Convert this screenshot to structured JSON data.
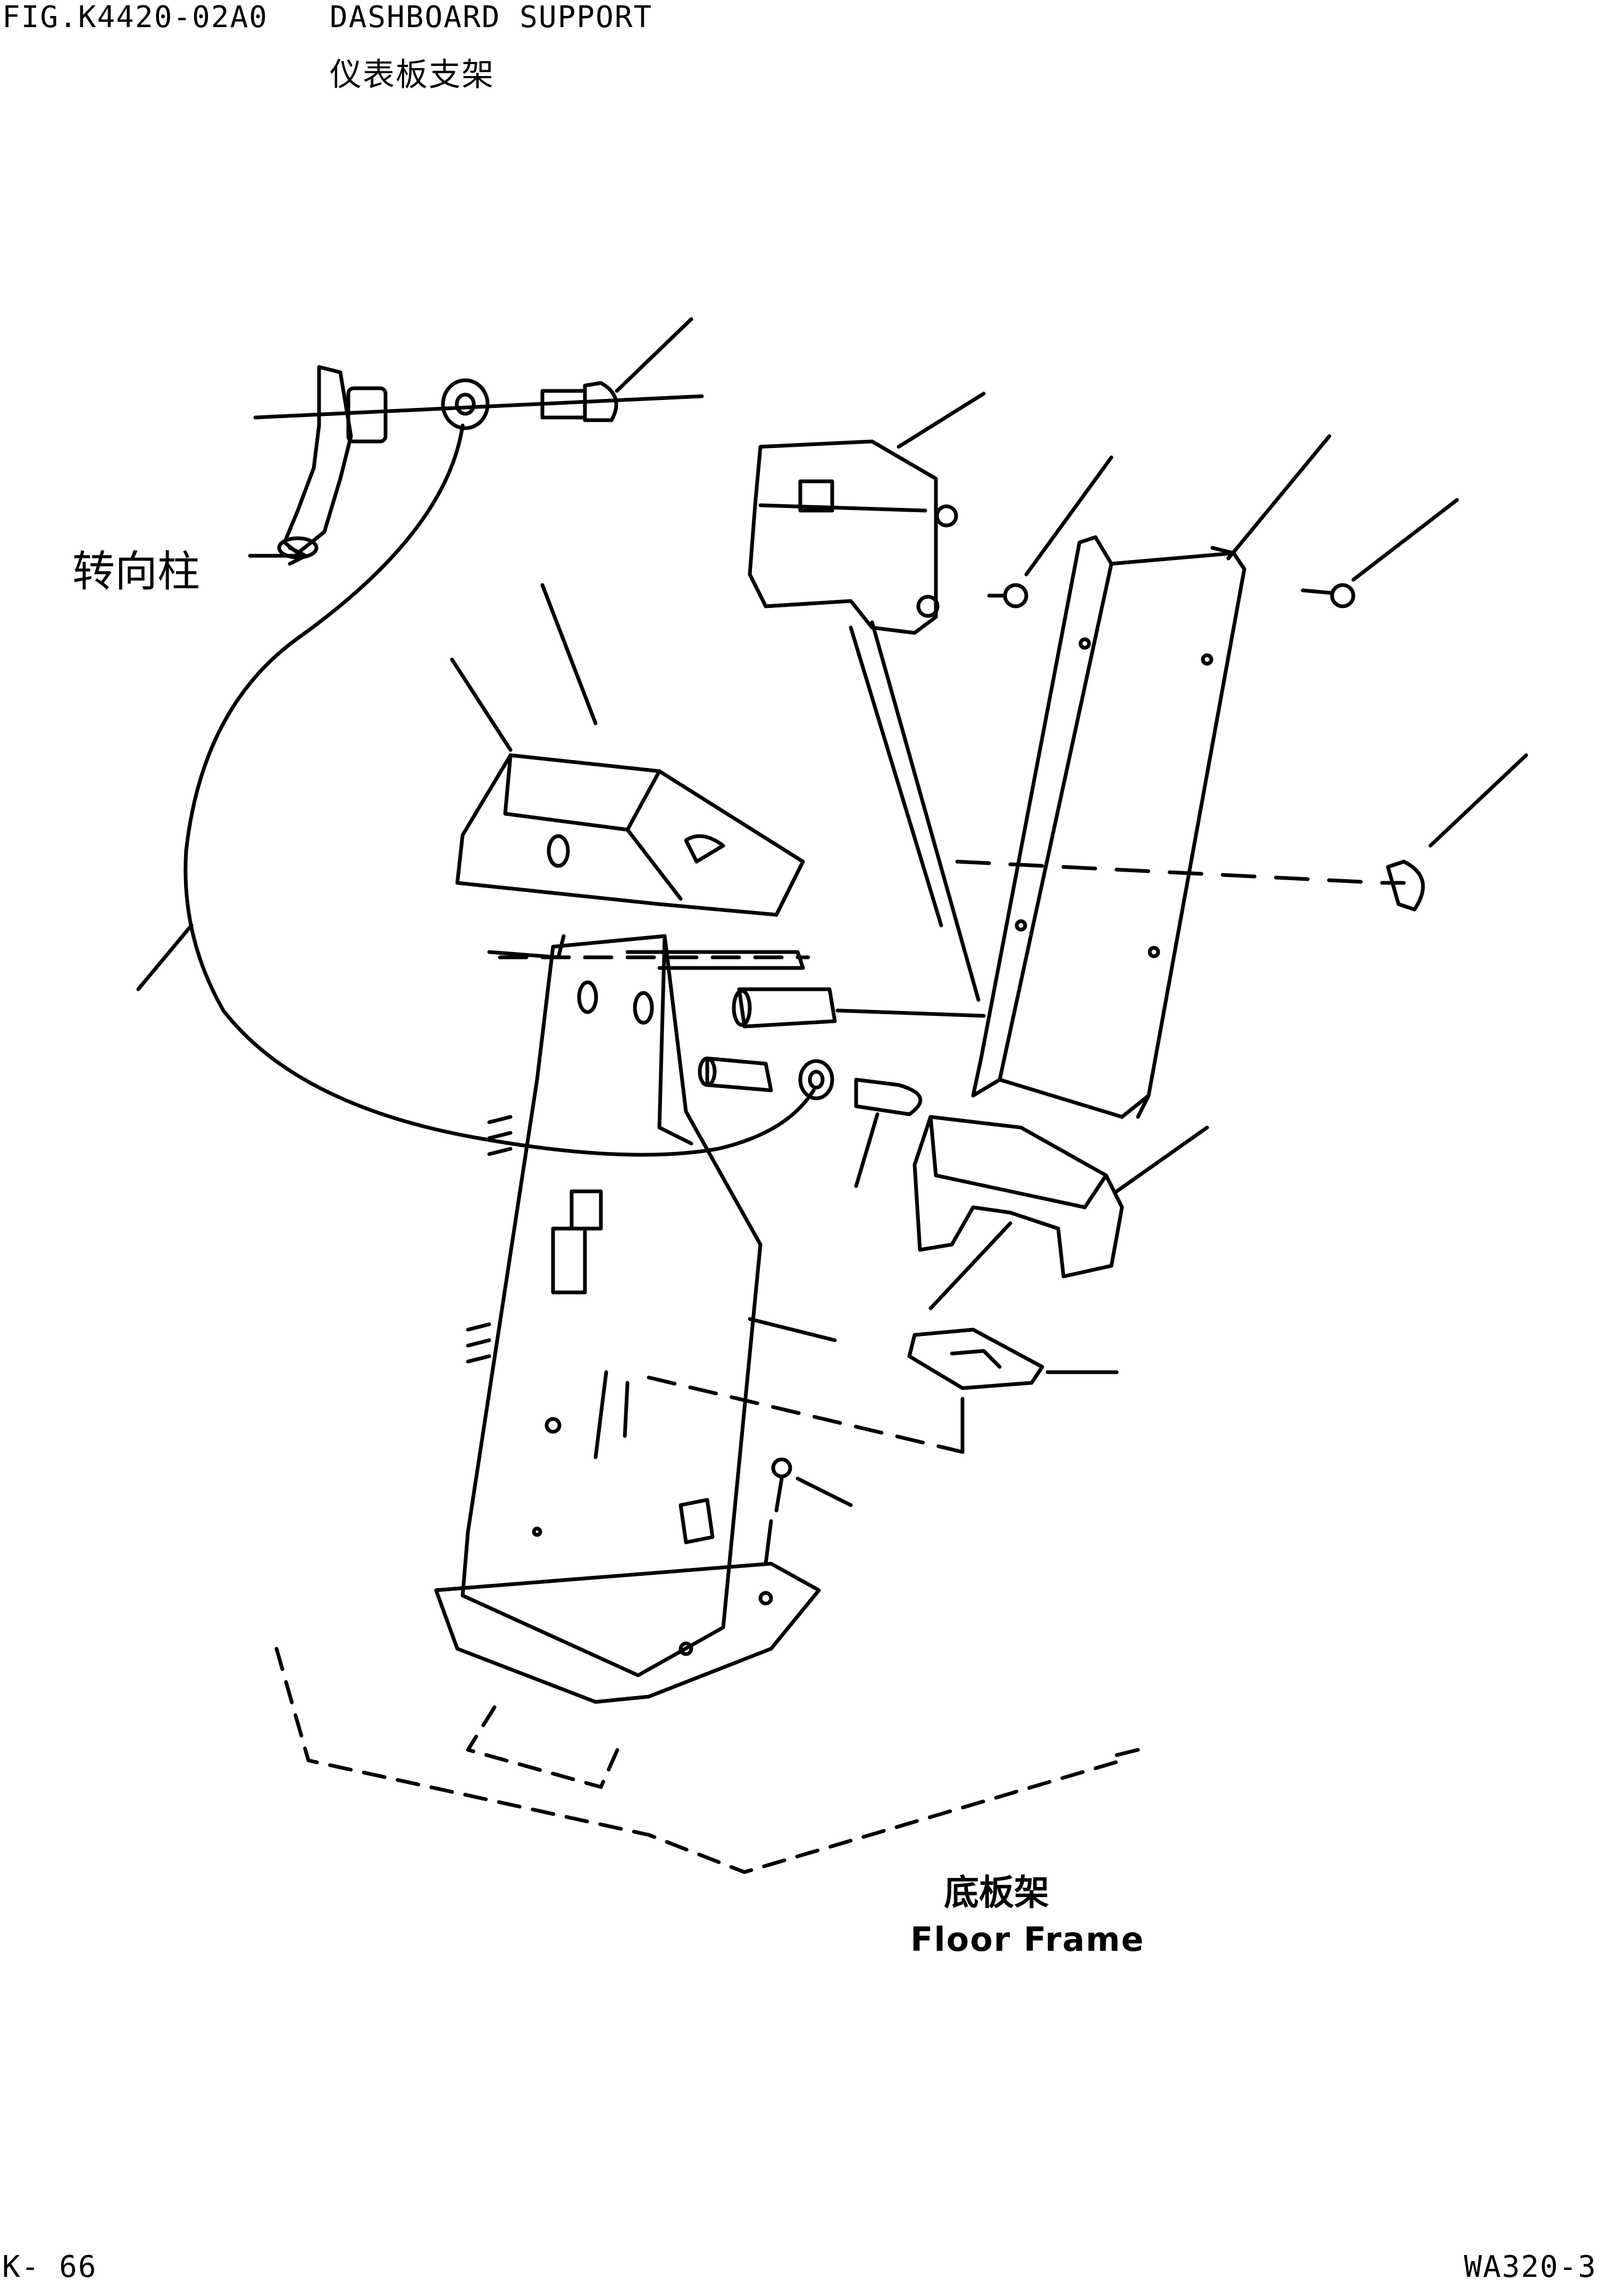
{
  "header": {
    "figure_number": "FIG.K4420-02A0",
    "title_en": "DASHBOARD SUPPORT",
    "title_cn": "仪表板支架"
  },
  "labels": {
    "steering_column_cn": "转向柱",
    "floor_frame_cn": "底板架",
    "floor_frame_en": "Floor Frame"
  },
  "footer": {
    "page_left": "K- 66",
    "page_right": "WA320-3"
  }
}
